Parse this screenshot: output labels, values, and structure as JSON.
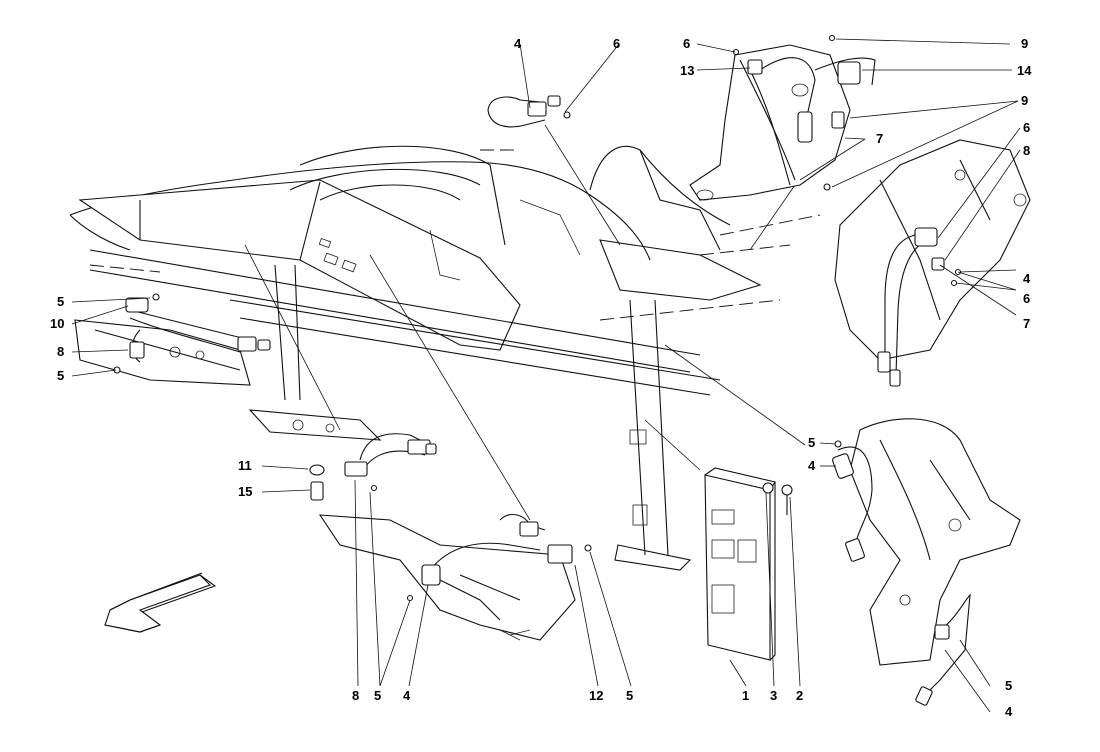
{
  "diagram": {
    "callouts": [
      {
        "id": "c-4-top",
        "label": "4"
      },
      {
        "id": "c-6-top",
        "label": "6"
      },
      {
        "id": "c-6-tr",
        "label": "6"
      },
      {
        "id": "c-9-tr",
        "label": "9"
      },
      {
        "id": "c-13",
        "label": "13"
      },
      {
        "id": "c-14",
        "label": "14"
      },
      {
        "id": "c-9-mid",
        "label": "9"
      },
      {
        "id": "c-7-tr",
        "label": "7"
      },
      {
        "id": "c-6-right",
        "label": "6"
      },
      {
        "id": "c-8-right",
        "label": "8"
      },
      {
        "id": "c-4-right",
        "label": "4"
      },
      {
        "id": "c-6-right2",
        "label": "6"
      },
      {
        "id": "c-7-right",
        "label": "7"
      },
      {
        "id": "c-5-left",
        "label": "5"
      },
      {
        "id": "c-10",
        "label": "10"
      },
      {
        "id": "c-8-left",
        "label": "8"
      },
      {
        "id": "c-5-left2",
        "label": "5"
      },
      {
        "id": "c-11",
        "label": "11"
      },
      {
        "id": "c-15",
        "label": "15"
      },
      {
        "id": "c-5-br",
        "label": "5"
      },
      {
        "id": "c-4-br",
        "label": "4"
      },
      {
        "id": "c-5-br2",
        "label": "5"
      },
      {
        "id": "c-4-br2",
        "label": "4"
      },
      {
        "id": "c-8-bottom",
        "label": "8"
      },
      {
        "id": "c-5-bottom",
        "label": "5"
      },
      {
        "id": "c-4-bottom",
        "label": "4"
      },
      {
        "id": "c-12",
        "label": "12"
      },
      {
        "id": "c-5-bottom2",
        "label": "5"
      },
      {
        "id": "c-1",
        "label": "1"
      },
      {
        "id": "c-3",
        "label": "3"
      },
      {
        "id": "c-2",
        "label": "2"
      }
    ],
    "colors": {
      "ink": "#111111",
      "paper": "#ffffff"
    },
    "direction_arrow": "front-direction-arrow"
  }
}
